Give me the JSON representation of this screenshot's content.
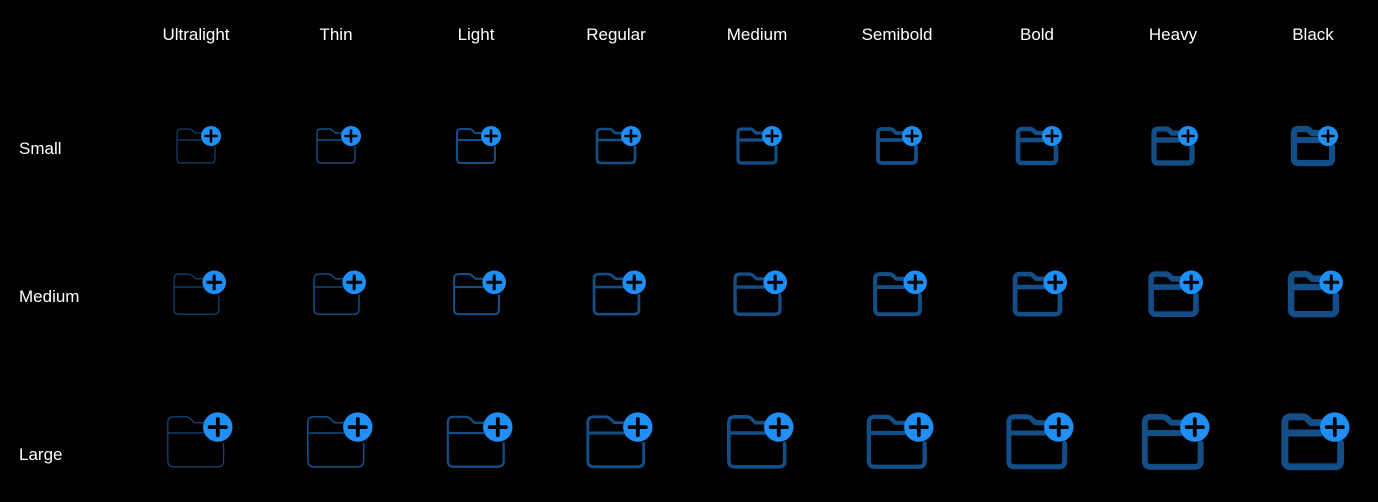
{
  "symbol": {
    "name": "folder-badge-plus-icon",
    "folder_color": "#134f86",
    "badge_color": "#1f8ff6",
    "badge_plus_color": "#000000"
  },
  "weights": [
    {
      "label": "Ultralight"
    },
    {
      "label": "Thin"
    },
    {
      "label": "Light"
    },
    {
      "label": "Regular"
    },
    {
      "label": "Medium"
    },
    {
      "label": "Semibold"
    },
    {
      "label": "Bold"
    },
    {
      "label": "Heavy"
    },
    {
      "label": "Black"
    }
  ],
  "scales": [
    {
      "label": "Small"
    },
    {
      "label": "Medium"
    },
    {
      "label": "Large"
    }
  ]
}
